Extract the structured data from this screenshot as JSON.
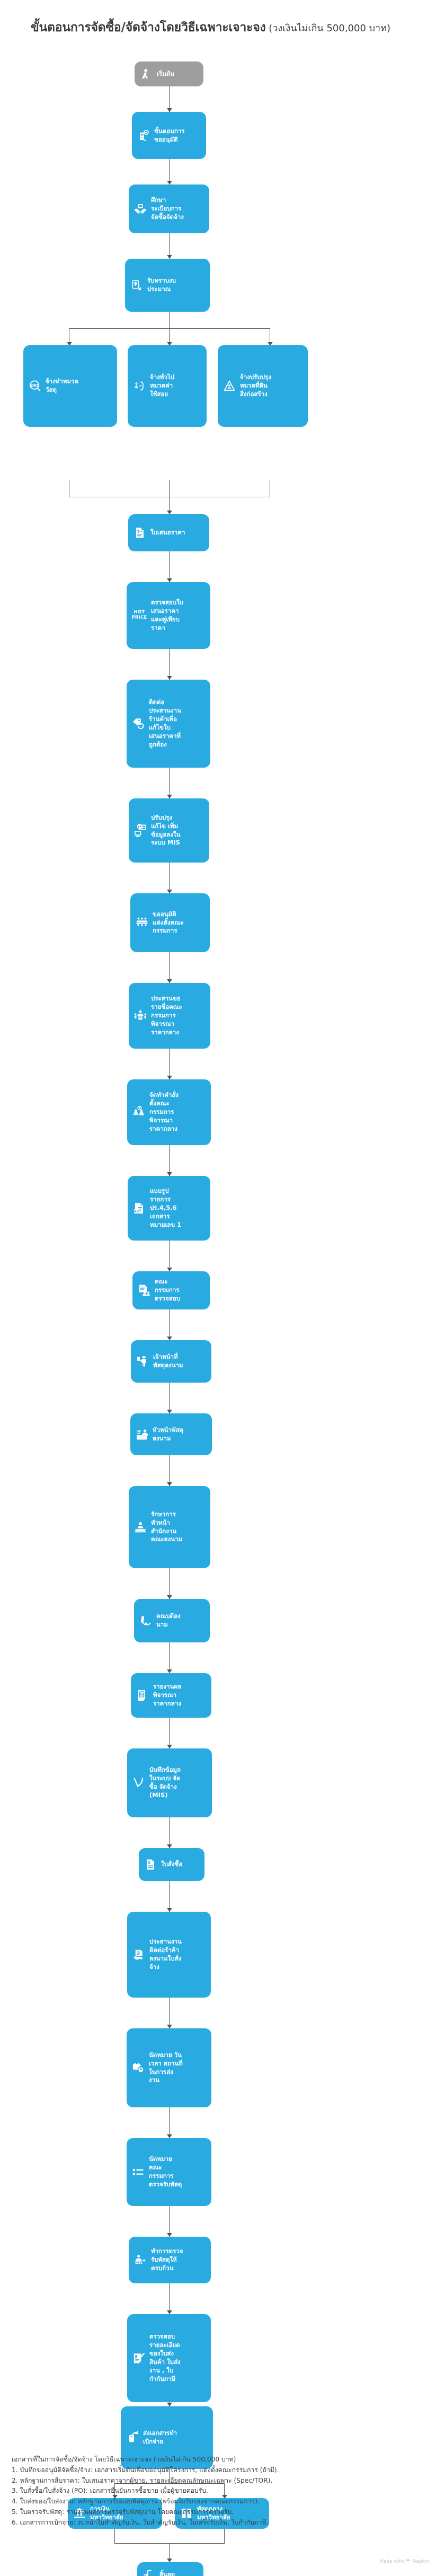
{
  "title": {
    "main": "ขั้นตอนการจัดซื้อ/จัดจ้างโดยวิธีเฉพาะเจาะจง",
    "sub": " (วงเงินไม่เกิน 500,000 บาท)"
  },
  "nodes": {
    "start": {
      "label": "เริ่มต้น",
      "icon": "person-start-icon",
      "color": "#9e9e9e"
    },
    "approval": {
      "label": "ขั้นตอนการ\nขออนุมัติ",
      "icon": "clipboard-check-icon"
    },
    "study": {
      "label": "ศึกษา\nระเบียบการ\nจัดซื้อจัดจ้าง",
      "icon": "book-open-icon"
    },
    "budget": {
      "label": "รับทราบงบ\nประมาณ",
      "icon": "money-document-icon"
    },
    "branch_material": {
      "label": "จ้างทำหมวด\nวัสดุ",
      "icon": "jobs-search-icon"
    },
    "branch_general": {
      "label": "จ้างทั่วไป\nหมวดค่า\nใช้สอย",
      "icon": "scale-balance-icon"
    },
    "branch_land": {
      "label": "จ้างปรับปรุง\nหมวดที่ดิน\nสิ่งก่อสร้าง",
      "icon": "construction-icon"
    },
    "quotation": {
      "label": "ใบเสนอราคา",
      "icon": "price-document-icon"
    },
    "check_quote": {
      "label": "ตรวจสอบใบ\nเสนอราคา\nและคู่เทียบ\nราคา",
      "icon": "hot-price-icon",
      "icon_text": "HOT\nPRICE"
    },
    "contact_shop": {
      "label": "ติดต่อ\nประสานงาน\nร้านค้าเพื่อ\nแก้ไขใบ\nเสนอราคาที่\nถูกต้อง",
      "icon": "price-tag-refresh-icon"
    },
    "update_mis": {
      "label": "ปรับปรุง\nแก้ไข เพิ่ม\nข้อมูลลงใน\nระบบ MIS",
      "icon": "monitor-data-icon"
    },
    "appoint_cmte": {
      "label": "ขออนุมัติ\nแต่งตั้งคณะ\nกรรมการ",
      "icon": "committee-table-icon"
    },
    "request_names": {
      "label": "ประสานขอ\nรายชื่อคณะ\nกรรมการ\nพิจารณา\nราคากลาง",
      "icon": "person-podium-icon"
    },
    "order_cmte": {
      "label": "จัดทำคำสั่ง\nตั้งคณะ\nกรรมการ\nพิจารณา\nราคากลาง",
      "icon": "two-people-clock-icon"
    },
    "drawings": {
      "label": "แบบรูป\nรายการ\nปร.4,5,6\nเอกสาร\nหมายเลข 1",
      "icon": "document-a5-icon"
    },
    "cmte_check": {
      "label": "คณะ\nกรรมการ\nตรวจสอบ",
      "icon": "document-people-icon"
    },
    "officer_sign": {
      "label": "เจ้าหน้าที่\nพัสดุลงนาม",
      "icon": "officer-icon"
    },
    "head_sign": {
      "label": "หัวหน้าพัสดุ\nลงนาม",
      "icon": "head-officer-icon"
    },
    "acting_head": {
      "label": "รักษาการ\nหัวหน้า\nสำนักงาน\nคณะลงนาม",
      "icon": "person-desk-icon"
    },
    "dean_sign": {
      "label": "คณบดีลง\nนาม",
      "icon": "signature-pen-icon"
    },
    "report_price": {
      "label": "รายงานผล\nพิจารณา\nราคากลาง",
      "icon": "report-scroll-icon"
    },
    "record_mis": {
      "label": "บันทึกข้อมูล\nในระบบ จัด\nซื้อ จัดจ้าง\n(MIS)",
      "icon": "leaf-check-icon"
    },
    "purchase_ord": {
      "label": "ใบสั่งซื้อ",
      "icon": "purchase-order-icon"
    },
    "coordinate_sign": {
      "label": "ประสานงาน\nติดต่อร้าค้า\nลงนามใบสั่ง\nจ้าง",
      "icon": "handshake-doc-icon"
    },
    "appointment": {
      "label": "นัดหมาย วัน\nเวลา สถานที่\nในการส่ง\nงาน",
      "icon": "calendar-clock-icon"
    },
    "appoint_receive_cmte": {
      "label": "นัดหมาย\nคณะ\nกรรมการ\nตรวจรับพัสดุ",
      "icon": "checklist-icon"
    },
    "do_receive": {
      "label": "ทำการตรวจ\nรับพัสดุให้\nครบถ้วน",
      "icon": "inspector-icon"
    },
    "verify_docs": {
      "label": "ตรวจสอบ\nรายละเอียด\nของใบส่ง\nสินค้า ใบส่ง\nงาน , ใบ\nกำกับภาษี",
      "icon": "document-verify-icon"
    },
    "send_docs": {
      "label": "ส่งเอกสารทำ\nเบิกจ่าย",
      "icon": "send-document-icon"
    },
    "finance": {
      "label": "การเงิน\nมหาวิทยาลัย",
      "icon": "bank-icon"
    },
    "central_supply": {
      "label": "พัสดุกลาง\nมหาวิทยาลัย",
      "icon": "warehouse-icon"
    },
    "end": {
      "label": "สิ้นสุด",
      "icon": "exit-flow-icon"
    }
  },
  "footer": {
    "lines": [
      "เอกสารที่ในการจัดซื้อ/จัดจ้าง โดยวิธีเฉพาะเจาะจง (วงเงินไม่เกิน 500,000 บาท)",
      "1. บันทึกขออนุมัติจัดซื้อ/จ้าง: เอกสารเริ่มต้นเพื่อขออนุมัติโครงการ, แต่งตั้งคณะกรรมการ (ถ้ามี).",
      "2. หลักฐานการสืบราคา: ใบเสนอราคาจากผู้ขาย, รายละเอียดคุณลักษณะเฉพาะ (Spec/TOR).",
      "3. ใบสั่งซื้อ/ใบสั่งจ้าง (PO): เอกสารยืนยันการซื้อขาย เมื่อผู้ขายตอบรับ.",
      "4. ใบส่งของ/ใบส่งงาน: หลักฐานการรับมอบพัสดุ/งาน (พร้อมใบรับรองจากคณะกรรมการ).",
      "5. ใบตรวจรับพัสดุ: รายงานผลการตรวจรับพัสดุ/งาน โดยคณะกรรมการตรวจรับ.",
      "6. เอกสารการเบิกจ่าย: งบหน้าใบสำคัญรับเงิน, ใบสำคัญรับเงิน, ใบเสร็จรับเงิน, ใบกำกับภาษี."
    ]
  },
  "watermark": {
    "text": "Made with",
    "brand": "Napkin"
  },
  "colors": {
    "node_blue": "#29ABE2",
    "node_gray": "#9e9e9e",
    "connector": "#555555",
    "text_dark": "#3c3c3c"
  }
}
